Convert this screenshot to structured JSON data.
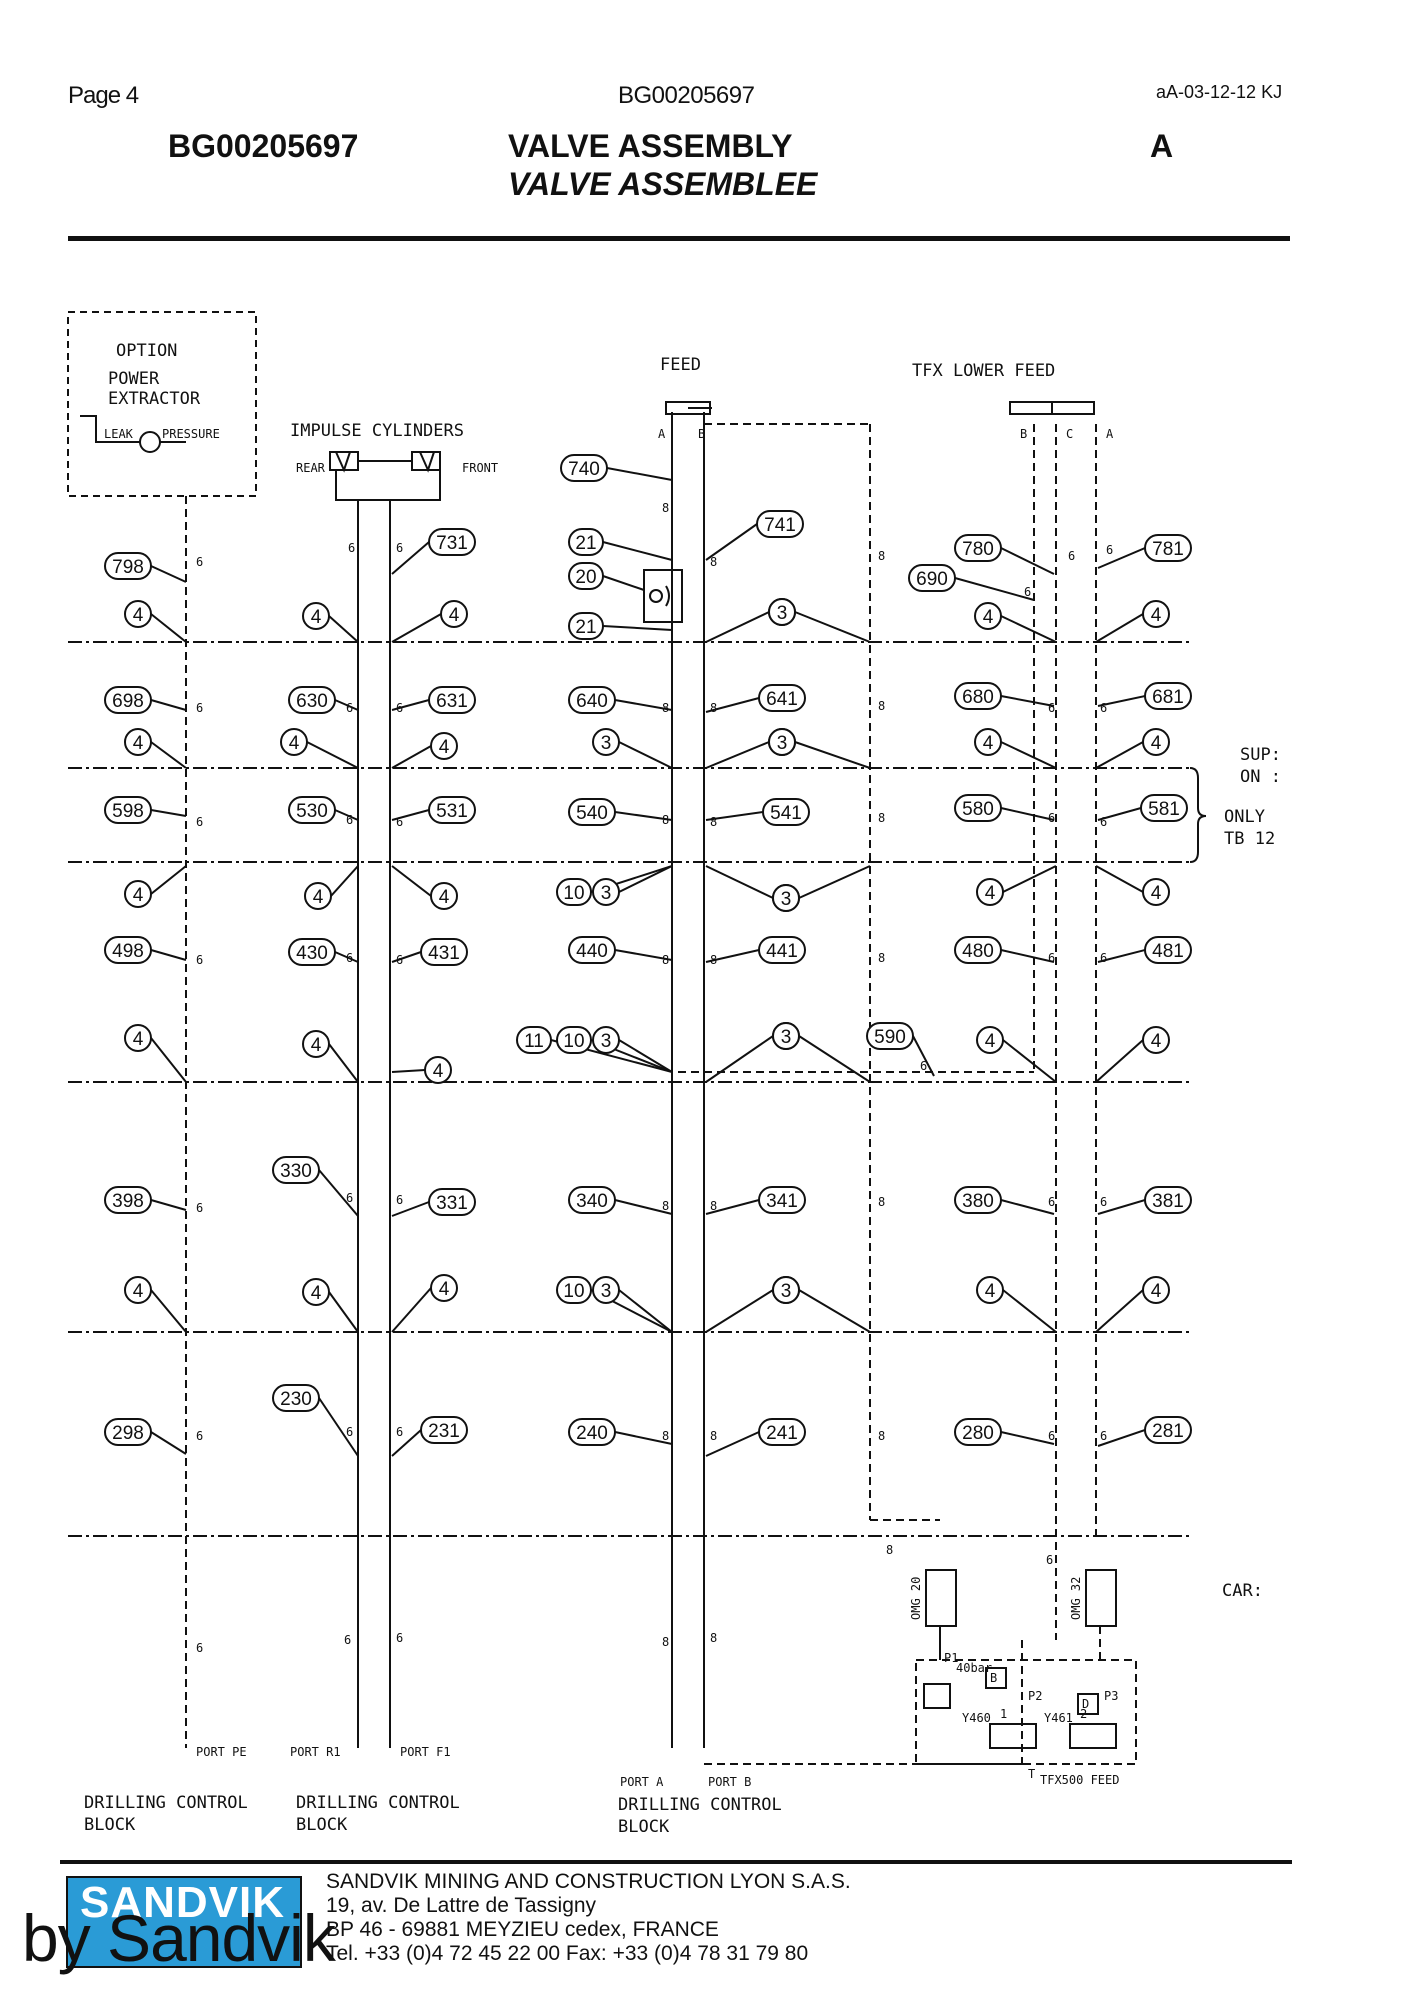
{
  "header": {
    "page_label": "Page 4",
    "doc_code": "BG00205697",
    "revision_note": "aA-03-12-12 KJ"
  },
  "title": {
    "code": "BG00205697",
    "name_en": "VALVE ASSEMBLY",
    "name_fr": "VALVE ASSEMBLEE",
    "rev": "A"
  },
  "schematic": {
    "option_box": [
      "OPTION",
      "POWER",
      "EXTRACTOR"
    ],
    "extractor_leak": "LEAK",
    "extractor_pressure": "PRESSURE",
    "impulse_title": "IMPULSE CYLINDERS",
    "impulse_rear": "REAR",
    "impulse_front": "FRONT",
    "feed_title": "FEED",
    "feed_ports": [
      "A",
      "B"
    ],
    "tfx_title": "TFX LOWER FEED",
    "tfx_ports": [
      "B",
      "C",
      "A"
    ],
    "side_note_1": "SUP:",
    "side_note_2": "ON :",
    "side_note_3": "ONLY",
    "side_note_4": "TB 12",
    "cart_label": "CAR:",
    "ports_bottom": [
      "PORT PE",
      "PORT R1",
      "PORT F1",
      "PORT A",
      "PORT B"
    ],
    "block_labels": [
      [
        "DRILLING CONTROL",
        "BLOCK"
      ],
      [
        "DRILLING CONTROL",
        "BLOCK"
      ],
      [
        "DRILLING CONTROL",
        "BLOCK"
      ]
    ],
    "omg_left": "OMG 20",
    "omg_right": "OMG 32",
    "valve_labels": [
      "B",
      "D",
      "40bar",
      "Y460",
      "Y461",
      "P1",
      "P2",
      "P3",
      "1",
      "2",
      "T"
    ],
    "tfx_feed_label": "TFX500 FEED",
    "bubbles": [
      "798",
      "731",
      "740",
      "741",
      "21",
      "20",
      "21",
      "780",
      "781",
      "690",
      "698",
      "630",
      "631",
      "640",
      "641",
      "680",
      "681",
      "598",
      "530",
      "531",
      "540",
      "541",
      "580",
      "581",
      "498",
      "430",
      "431",
      "440",
      "441",
      "480",
      "481",
      "330",
      "398",
      "331",
      "340",
      "341",
      "380",
      "381",
      "230",
      "298",
      "231",
      "240",
      "241",
      "280",
      "281",
      "590",
      "10",
      "11",
      "4",
      "3"
    ],
    "wire_sizes": [
      "6",
      "8"
    ]
  },
  "footer": {
    "logo": "SANDVIK",
    "company": "SANDVIK MINING AND CONSTRUCTION LYON S.A.S.",
    "address_1": "19, av. De Lattre de Tassigny",
    "address_2": "BP 46 - 69881 MEYZIEU cedex, FRANCE",
    "phone": "Tel. +33 (0)4 72 45 22 00  Fax: +33 (0)4 78 31 79 80",
    "watermark": "by Sandvik"
  }
}
